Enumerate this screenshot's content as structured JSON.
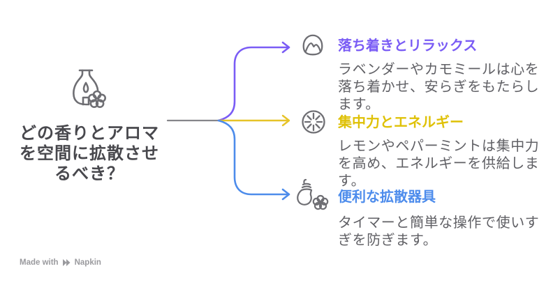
{
  "page": {
    "background": "#ffffff",
    "icon_color": "#6e6e73",
    "question_text_color": "#48484d",
    "body_text_color": "#606065",
    "stem_line_color": "#85858a",
    "footer_color": "#9a9a9e"
  },
  "question": {
    "text": "どの香りとアロマ\nを空間に拡散させ\nるべき？",
    "icon": "aroma-burner-flower-icon"
  },
  "branches": [
    {
      "title": "落ち着きとリラックス",
      "title_color": "#7a5cf5",
      "line_color": "#7a5cf5",
      "icon": "mountain-dome-icon",
      "body": "ラベンダーやカモミールは心を落ち着かせ、安らぎをもたらします。"
    },
    {
      "title": "集中力とエネルギー",
      "title_color": "#dfc107",
      "line_color": "#e6c328",
      "icon": "energy-burst-icon",
      "body": "レモンやペパーミントは集中力を高め、エネルギーを供給します。"
    },
    {
      "title": "便利な拡散器具",
      "title_color": "#4d8cec",
      "line_color": "#4d8ceb",
      "icon": "diffuser-bottle-flower-icon",
      "body": "タイマーと簡単な操作で使いすぎを防ぎます。"
    }
  ],
  "footer": {
    "made_with": "Made with",
    "brand": "Napkin"
  }
}
